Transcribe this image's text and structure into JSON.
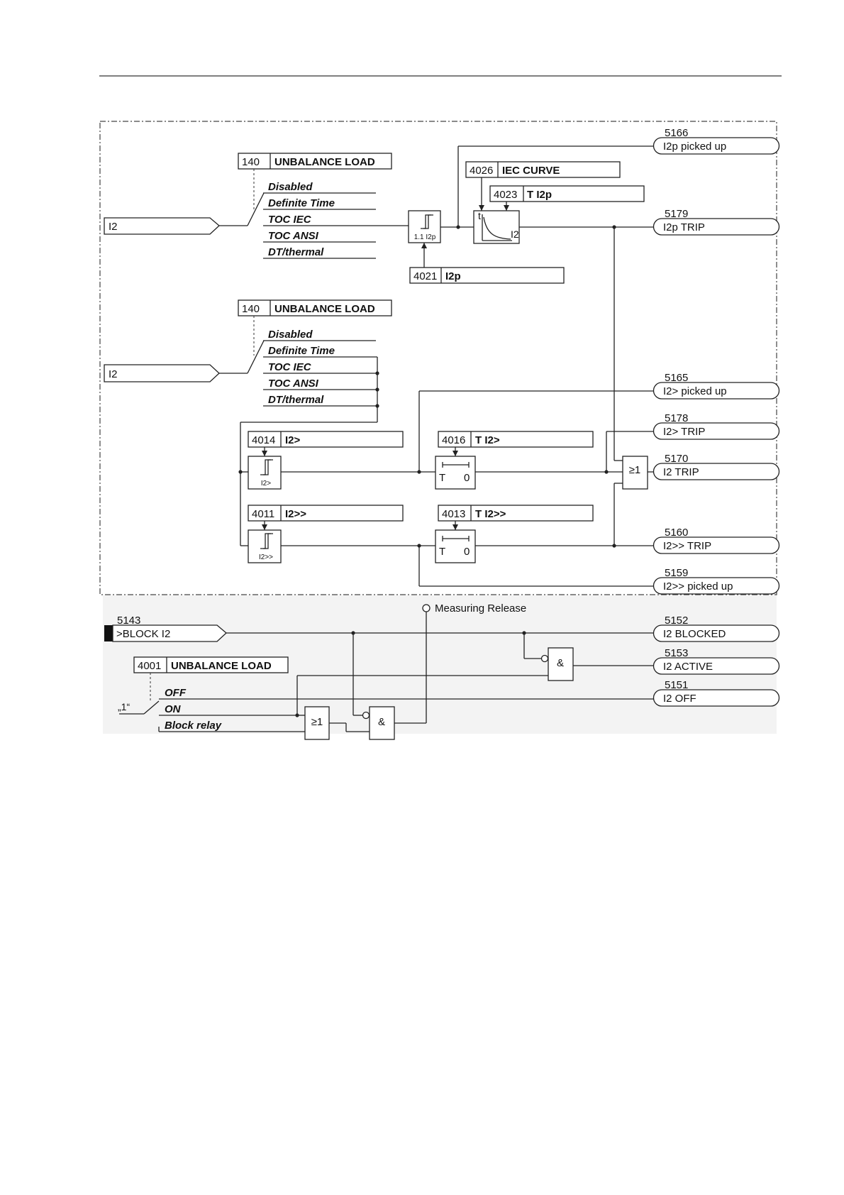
{
  "params": {
    "p140a": {
      "num": "140",
      "label": "UNBALANCE LOAD"
    },
    "p140b": {
      "num": "140",
      "label": "UNBALANCE LOAD"
    },
    "p4026": {
      "num": "4026",
      "label": "IEC CURVE"
    },
    "p4023": {
      "num": "4023",
      "label": "T I2p"
    },
    "p4021": {
      "num": "4021",
      "label": "I2p"
    },
    "p4014": {
      "num": "4014",
      "label": "I2>"
    },
    "p4016": {
      "num": "4016",
      "label": "T I2>"
    },
    "p4011": {
      "num": "4011",
      "label": "I2>>"
    },
    "p4013": {
      "num": "4013",
      "label": "T I2>>"
    },
    "p4001": {
      "num": "4001",
      "label": "UNBALANCE LOAD"
    }
  },
  "modes": [
    "Disabled",
    "Definite Time",
    "TOC IEC",
    "TOC ANSI",
    "DT/thermal"
  ],
  "modes_b": [
    "Disabled",
    "Definite Time",
    "TOC IEC",
    "TOC ANSI",
    "DT/thermal"
  ],
  "onoff": [
    "OFF",
    "ON",
    "Block relay"
  ],
  "inputs": {
    "i2_top": "I2",
    "i2_mid": "I2",
    "block_num": "5143",
    "block_label": ">BLOCK I2",
    "const_one": "„1“"
  },
  "outputs": [
    {
      "num": "5166",
      "label": "I2p picked up"
    },
    {
      "num": "5179",
      "label": "I2p TRIP"
    },
    {
      "num": "5165",
      "label": "I2> picked up"
    },
    {
      "num": "5178",
      "label": "I2> TRIP"
    },
    {
      "num": "5170",
      "label": "I2 TRIP"
    },
    {
      "num": "5160",
      "label": "I2>> TRIP"
    },
    {
      "num": "5159",
      "label": "I2>> picked up"
    },
    {
      "num": "5152",
      "label": "I2 BLOCKED"
    },
    {
      "num": "5153",
      "label": "I2 ACTIVE"
    },
    {
      "num": "5151",
      "label": "I2 OFF"
    }
  ],
  "elements": {
    "thresh_i2p": "1.1 I2p",
    "thresh_i2gt": "I2>",
    "thresh_i2gtgt": "I2>>",
    "curve_t": "t",
    "curve_i2": "I2",
    "timer_t": "T",
    "timer_0": "0",
    "or_label": "≥1",
    "and_label": "&",
    "measuring_release": "Measuring Release"
  }
}
